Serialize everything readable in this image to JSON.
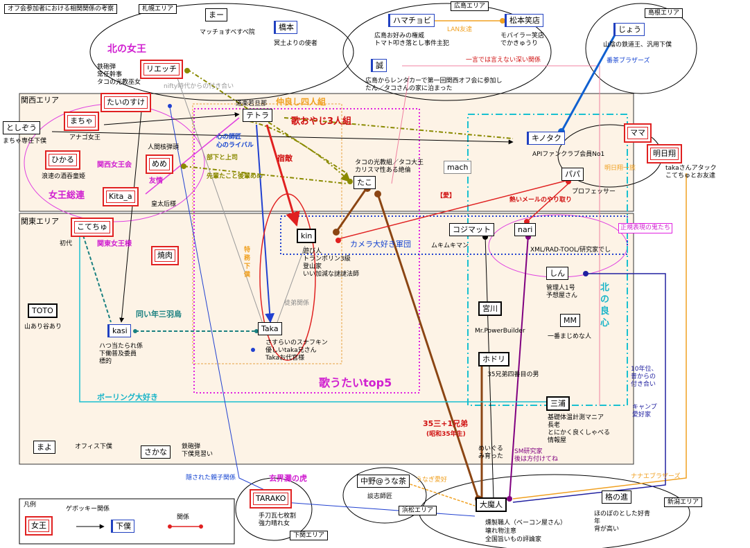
{
  "title": "オフ会参加者における相関関係の考察",
  "areas": {
    "sapporo": "札幌エリア",
    "hiroshima": "広島エリア",
    "shimane": "島根エリア",
    "kansai": "関西エリア",
    "kanto": "関東エリア",
    "hamamatsu": "浜松エリア",
    "shimonoseki": "下関エリア",
    "niigata": "新潟エリア"
  },
  "people": {
    "ma": {
      "name": "まー",
      "note": "マッチョすべすべ院"
    },
    "hashimoto": {
      "name": "橋本",
      "note": "冥土よりの使者"
    },
    "hamachobi": {
      "name": "ハマチョビ",
      "note1": "広島お好みの権威",
      "note2": "トマト叩き落とし事件主犯"
    },
    "matsumoto": {
      "name": "松本笑店",
      "note1": "モバイラー笑店",
      "note2": "でかきゅうり"
    },
    "makoto": {
      "name": "誠",
      "note1": "広島からレンタカーで第一回関西オフ会に参加し",
      "note2": "たん／タコさんの家に泊まった"
    },
    "jou": {
      "name": "じょう",
      "note": "山陰の鉄道王、汎用下僕"
    },
    "ricchi": {
      "name": "リエッチ",
      "note1": "鉄砲弾",
      "note2": "常任幹事",
      "note3": "タコの光教巫女"
    },
    "tainosuke": {
      "name": "たいのすけ"
    },
    "machiya": {
      "name": "まちゃ",
      "note": "アナゴ女王"
    },
    "toshizo": {
      "name": "としぞう",
      "note": "まちゃ専任下僕"
    },
    "hikaru": {
      "name": "ひかる",
      "note": "浪速の酒吞童姫"
    },
    "meme": {
      "name": "めめ",
      "note": "人間核弾頭"
    },
    "kita": {
      "name": "Kita_a",
      "note": "皇太后様"
    },
    "tetora": {
      "name": "テトラ",
      "note": "道楽若旦那"
    },
    "tako": {
      "name": "たこ",
      "note1": "タコの光教組／タコ大王",
      "note2": "カリスマ性ある絶倫"
    },
    "mach": {
      "name": "mach"
    },
    "kinotaku": {
      "name": "キノタク",
      "note": "APIファンクラブ会員No1"
    },
    "mama": {
      "name": "ママ"
    },
    "asuka": {
      "name": "明日翔",
      "note1": "takaさんアタック",
      "note2": "こてちゅとお友達"
    },
    "papa": {
      "name": "パパ",
      "note": "プロフェッサー"
    },
    "kotechu": {
      "name": "こてちゅ",
      "note": "初代"
    },
    "yakiniku": {
      "name": "焼肉"
    },
    "kin": {
      "name": "kin",
      "note1": "遊び人",
      "note2": "トランポリン3級",
      "note3": "登山家",
      "note4": "いい加減な謎謎法師"
    },
    "kojimatto": {
      "name": "コジマット",
      "note": "ムキムキマン"
    },
    "nari": {
      "name": "nari",
      "note": "XML/RAD-TOOL/研究家でし"
    },
    "shin": {
      "name": "しん",
      "note1": "管理人1号",
      "note2": "予想屋さん"
    },
    "toto": {
      "name": "TOTO",
      "note": "山あり谷あり"
    },
    "kasi": {
      "name": "kasi",
      "note1": "ハつ当たられ係",
      "note2": "下働普及委員",
      "note3": "標的"
    },
    "taka": {
      "name": "Taka",
      "note1": "さすらいのスナフキン",
      "note2": "優しいtaka兄さん",
      "note3": "Takaお代官様"
    },
    "miyagawa": {
      "name": "宮川",
      "note": "Mr.PowerBuilder"
    },
    "mm": {
      "name": "MM",
      "note": "一番まじめな人"
    },
    "hodori": {
      "name": "ホドリ",
      "note": "35兄弟四番目の男"
    },
    "miura": {
      "name": "三浦",
      "note1": "基礎体温計測マニア",
      "note2": "長老",
      "note3": "とにかく良くしゃべる",
      "note4": "情報屋"
    },
    "mayo": {
      "name": "まよ",
      "note": "オフィス下僕"
    },
    "sakana": {
      "name": "さかな",
      "note1": "鉄砲弾",
      "note2": "下僕見習い"
    },
    "tarako": {
      "name": "TARAKO",
      "note1": "手刀瓦七枚割",
      "note2": "強力晴れ女"
    },
    "nakano": {
      "name": "中野@うな茶",
      "note": "談志師匠"
    },
    "daimajin": {
      "name": "大魔人",
      "note1": "燻製職人（ベーコン屋さん）",
      "note2": "壊れ物注意",
      "note3": "全国旨いもの評論家"
    },
    "kakunoshin": {
      "name": "格の進",
      "note1": "ほのぼのとした好青",
      "note2": "年",
      "note3": "背が高い"
    }
  },
  "labels": {
    "kita_no_joou": "北の女王",
    "kansai_joou": "関西女王会",
    "joou_souren": "女王総連",
    "yujo": "友情",
    "nifty": "nifty時代からの付き合い",
    "nakayoshi": "仲良し四人組",
    "uta_oyaji": "歌おやじ3人組",
    "kokoro_shisho": "心の師匠",
    "kokoro_rival": "心のライバル",
    "shukuteki": "宿敵",
    "buka_joshi": "部下と上司",
    "senpai_kohai": "先輩たこと後輩めめ",
    "tokumu_1": "特",
    "tokumu_2": "務",
    "tokumu_3": "下",
    "tokumu_4": "僕",
    "camera": "カメラ大好き軍団",
    "ai": "【愛】",
    "atsui_mail": "熱いメールのやり取り",
    "hitokoto": "一言では言えない深い関係",
    "lan": "LAN友達",
    "bansai": "番茶ブラザーズ",
    "asuka_ichizoku": "明日翔一族",
    "seiki": "正規表現の鬼たち",
    "kanto_joou": "関東女王様",
    "onaidoshi": "同い年三羽烏",
    "teishi": "徒弟関係",
    "utautai": "歌うたいtop5",
    "bowling": "ボーリング大好き",
    "kita_ryoshin_1": "北",
    "kita_ryoshin_2": "の",
    "kita_ryoshin_3": "良",
    "kita_ryoshin_4": "心",
    "sankyodai": "35三+1兄弟",
    "showa35": "(昭和35年生)",
    "meiguru": "めいぐる",
    "minsodatta": "み育った",
    "sm_1": "SM研究家",
    "sm_2": "後は方付けてね",
    "unagi": "うなぎ愛好",
    "kakusareta": "隠された親子関係",
    "genkai": "玄界灘の虎",
    "nanae": "ナナエブラザーズ",
    "nenrai_1": "10年位、",
    "nenrai_2": "昔からの",
    "nenrai_3": "付き合い",
    "camp_1": "キャンプ",
    "camp_2": "愛好家"
  },
  "legend": {
    "title": "凡例",
    "gebokki": "ゲボッキー関係",
    "kankei": "関係",
    "queen": "女王",
    "servant": "下僕"
  }
}
